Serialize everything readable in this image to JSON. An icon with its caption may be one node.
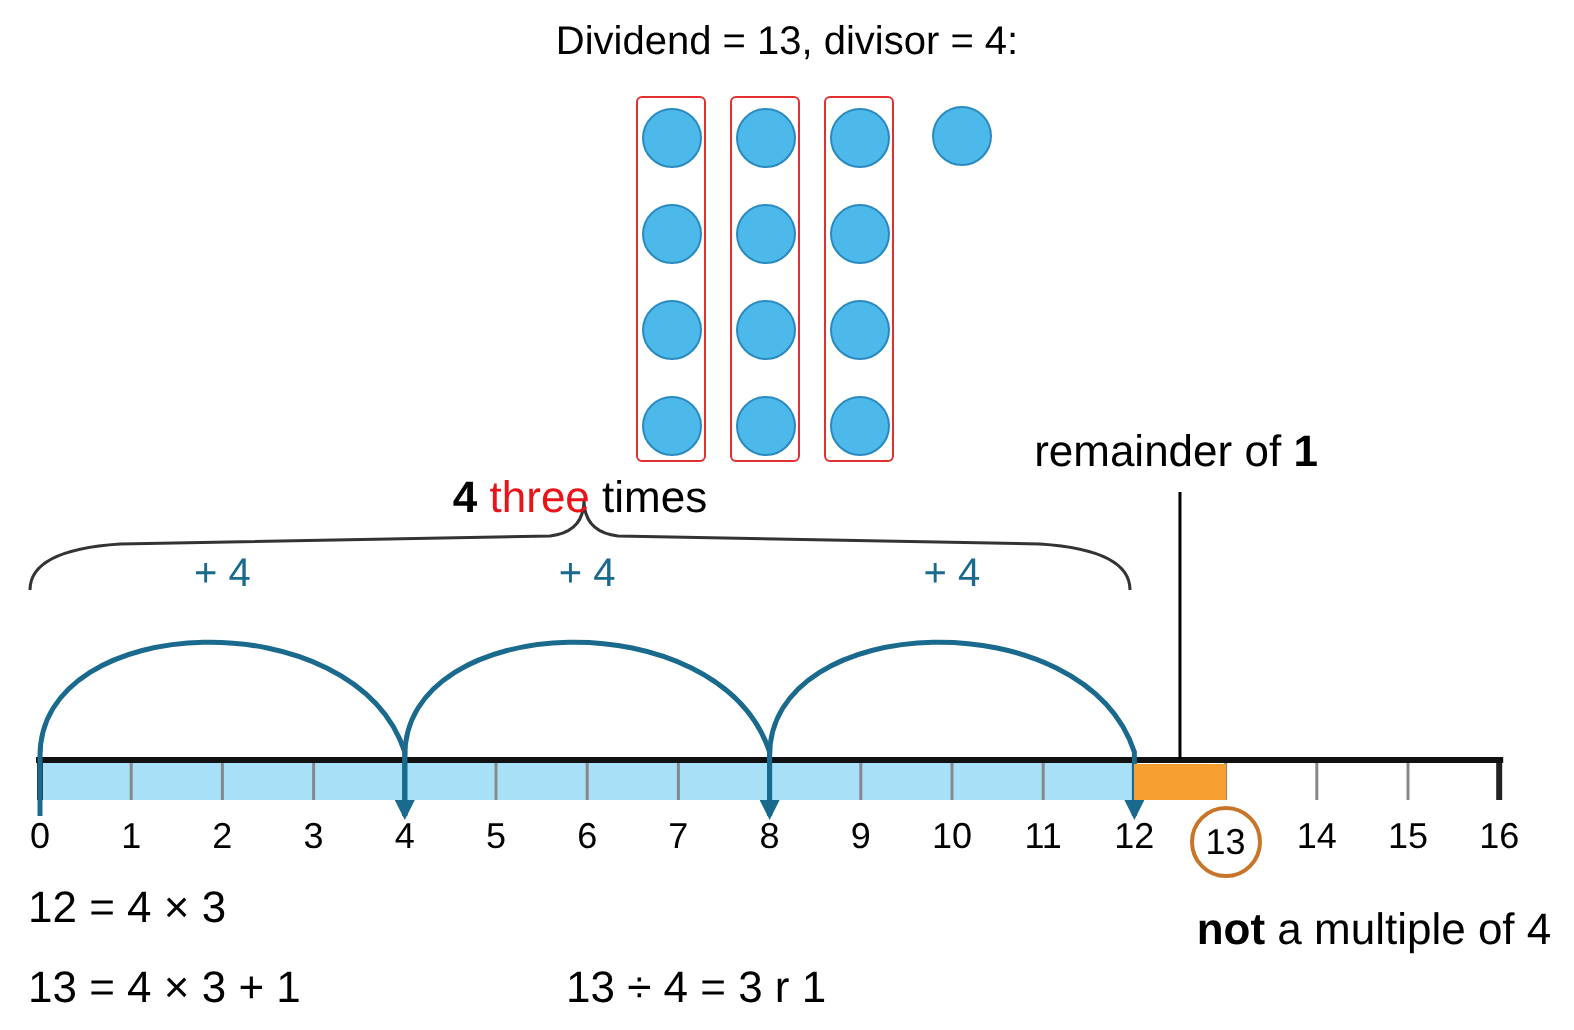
{
  "diagram": {
    "title": "Dividend = 13, divisor = 4:",
    "nodes": [
      {
        "text": [],
        "shape": "box"
      },
      {
        "text": [],
        "shape": "circle",
        "in": 0
      },
      {
        "text": [],
        "shape": "circle",
        "in": 0
      },
      {
        "text": [],
        "shape": "circle",
        "in": 0
      },
      {
        "text": [],
        "shape": "circle",
        "in": 0
      },
      {
        "text": [],
        "shape": "box"
      },
      {
        "text": [],
        "shape": "circle",
        "in": 5
      },
      {
        "text": [],
        "shape": "circle",
        "in": 5
      },
      {
        "text": [],
        "shape": "circle",
        "in": 5
      },
      {
        "text": [],
        "shape": "circle",
        "in": 5
      },
      {
        "text": [],
        "shape": "box"
      },
      {
        "text": [],
        "shape": "circle",
        "in": 10
      },
      {
        "text": [],
        "shape": "circle",
        "in": 10
      },
      {
        "text": [],
        "shape": "circle",
        "in": 10
      },
      {
        "text": [],
        "shape": "circle",
        "in": 10
      },
      {
        "text": [],
        "shape": "circle"
      },
      {
        "text": [
          "remainder of **1**"
        ]
      },
      {
        "text": [],
        "shape": "bar"
      },
      {
        "text": [
          "0"
        ]
      },
      {
        "text": [
          "1"
        ]
      },
      {
        "text": [
          "2"
        ]
      },
      {
        "text": [
          "3"
        ]
      },
      {
        "text": [
          "4"
        ]
      },
      {
        "text": [
          "5"
        ]
      },
      {
        "text": [
          "6"
        ]
      },
      {
        "text": [
          "7"
        ]
      },
      {
        "text": [
          "8"
        ]
      },
      {
        "text": [
          "9"
        ]
      },
      {
        "text": [
          "10"
        ]
      },
      {
        "text": [
          "11"
        ]
      },
      {
        "text": [
          "12"
        ]
      },
      {
        "text": [
          "13"
        ]
      },
      {
        "text": [
          "14"
        ]
      },
      {
        "text": [
          "15"
        ]
      },
      {
        "text": [
          "16"
        ]
      }
    ],
    "edges": [
      {
        "from": 18,
        "to": 22,
        "arrow": "to",
        "label": "+ 4"
      },
      {
        "from": 22,
        "to": 26,
        "arrow": "to",
        "label": "+ 4"
      },
      {
        "from": 26,
        "to": 30,
        "arrow": "to",
        "label": "+ 4"
      },
      {
        "from": 16,
        "to": 17,
        "arrow": "none",
        "color": "#000000"
      }
    ],
    "labels": [
      "**4** three times",
      "12 = 4 × 3",
      "13 = 4 × 3 + 1",
      "13 ÷ 4 = 3 r 1",
      "**not** a multiple of 4"
    ]
  }
}
